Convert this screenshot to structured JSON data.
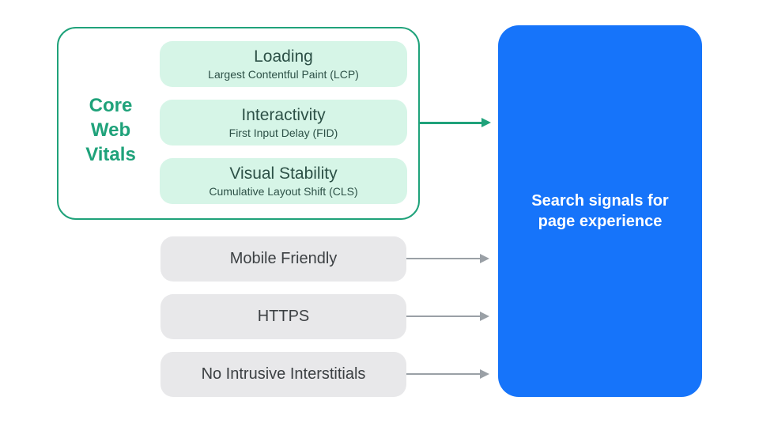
{
  "colors": {
    "green": "#1fa27a",
    "mint": "#d6f5e7",
    "dark_green_text": "#2d5147",
    "gray_card": "#e8e8ea",
    "gray_text": "#3c4043",
    "arrow_gray": "#9aa0a6",
    "blue": "#1674fa"
  },
  "core_web_vitals": {
    "title": "Core Web Vitals",
    "items": [
      {
        "heading": "Loading",
        "subheading": "Largest Contentful Paint (LCP)"
      },
      {
        "heading": "Interactivity",
        "subheading": "First Input Delay (FID)"
      },
      {
        "heading": "Visual Stability",
        "subheading": "Cumulative Layout Shift (CLS)"
      }
    ]
  },
  "other_signals": [
    {
      "label": "Mobile Friendly"
    },
    {
      "label": "HTTPS"
    },
    {
      "label": "No Intrusive Interstitials"
    }
  ],
  "result": {
    "label": "Search signals for page experience"
  }
}
